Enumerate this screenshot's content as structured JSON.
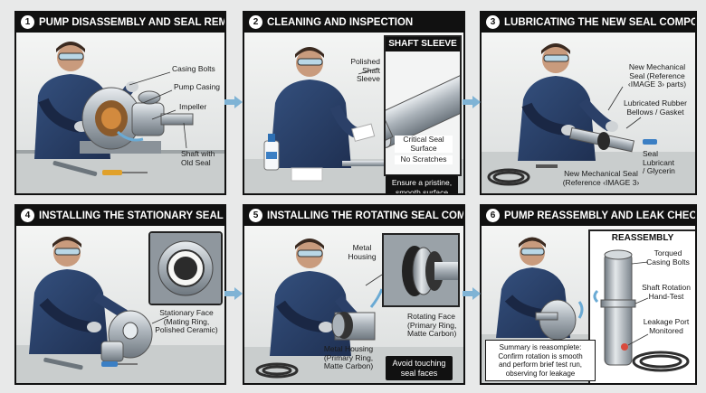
{
  "panels": [
    {
      "num": "1",
      "title": "PUMP DISASSEMBLY AND SEAL REMOVAL",
      "labels": {
        "casing_bolts": "Casing Bolts",
        "pump_casing": "Pump Casing",
        "impeller": "Impeller",
        "shaft_old_seal": "Shaft with\nOld Seal"
      }
    },
    {
      "num": "2",
      "title": "CLEANING AND INSPECTION",
      "inset_title": "SHAFT SLEEVE",
      "labels": {
        "polished_sleeve": "Polished\nShaft\nSleeve",
        "critical_surface": "Critical Seal\nSurface",
        "no_scratches": "No Scratches"
      },
      "callout": "Ensure a pristine,\nsmooth surface"
    },
    {
      "num": "3",
      "title": "LUBRICATING THE NEW SEAL COMPONENT",
      "labels": {
        "new_seal_ref": "New Mechanical\nSeal (Reference\n‹IMAGE 3› parts)",
        "bellows": "Lubricated Rubber\nBellows / Gasket",
        "seal_lubricant": "Seal\nLubricant\n/ Glycerin",
        "new_seal_bottom": "New Mechanical Seal\n(Reference ‹IMAGE 3›"
      }
    },
    {
      "num": "4",
      "title": "INSTALLING THE STATIONARY SEAL FACE",
      "labels": {
        "stationary_face": "Stationary Face\n(Mating Ring,\nPolished Ceramic)"
      }
    },
    {
      "num": "5",
      "title": "INSTALLING THE ROTATING SEAL COMPONENT",
      "labels": {
        "metal_housing": "Metal\nHousing",
        "rotating_face": "Rotating Face\n(Primary Ring,\nMatte Carbon)",
        "metal_housing_bottom": "Metal Housing\n(Primary Ring,\nMatte Carbon)"
      },
      "callout": "Avoid touching\nseal faces"
    },
    {
      "num": "6",
      "title": "PUMP REASSEMBLY AND LEAK CHECK",
      "inset_title": "REASSEMBLY COMPLETE",
      "labels": {
        "torqued_bolts": "Torqued\nCasing Bolts",
        "shaft_rotation": "Shaft Rotation\nHand-Test",
        "leakage_port": "Leakage Port\nMonitored"
      },
      "callout": "Summary is reasomplete:\nConfirm rotation is smooth\nand perform brief test run,\nobserving for leakage"
    }
  ],
  "colors": {
    "header": "#111111",
    "arrow": "#7fb3d5",
    "coverall": "#2a3f66",
    "steel": "#b9c0c6",
    "bg": "#e8e9e9"
  },
  "icons": [
    "right-arrow-icon",
    "technician-icon",
    "pump-icon",
    "wrench-icon",
    "screwdriver-icon",
    "bottle-icon",
    "seal-ring-icon",
    "hose-icon"
  ]
}
